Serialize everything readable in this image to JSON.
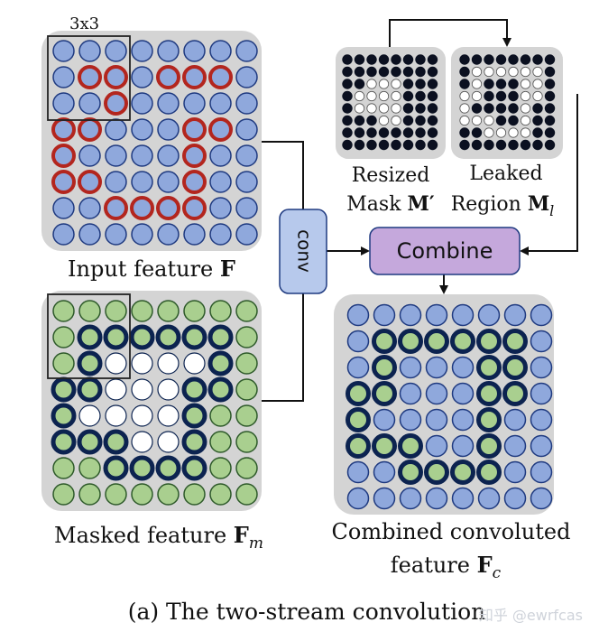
{
  "labels": {
    "kernel": "3x3",
    "input_feature_prefix": "Input feature ",
    "input_feature_sym": "F",
    "masked_feature_prefix": "Masked feature ",
    "masked_feature_sym": "F",
    "masked_feature_sub": "m",
    "resized_line1": "Resized",
    "resized_line2_prefix": "Mask ",
    "resized_sym": "M′",
    "leaked_line1": "Leaked",
    "leaked_line2_prefix": "Region ",
    "leaked_sym": "M",
    "leaked_sub": "l",
    "combined_line1": "Combined convoluted",
    "combined_line2_prefix": "feature ",
    "combined_sym": "F",
    "combined_sub": "c",
    "caption": "(a) The two-stream convolution",
    "watermark": "知乎 @ewrfcas"
  },
  "blocks": {
    "conv": "conv",
    "combine": "Combine"
  },
  "colors": {
    "panel_bg": "#d4d4d4",
    "blue_fill": "#8fa8dc",
    "blue_stroke": "#1f3a80",
    "red_ring": "#b3261e",
    "green_fill": "#a9cf8f",
    "green_stroke": "#2e5a2a",
    "navy_ring": "#0c2350",
    "mask_black": "#0b1020",
    "mask_white": "#ffffff",
    "block_blue": "#b7c9ec",
    "block_purple": "#c5a8dc"
  },
  "grids": {
    "input_feature": [
      "BBBBBBBB",
      "BRRBRRRB",
      "BBRBBBBB",
      "RRBBBRRB",
      "RBBBBRBB",
      "RRBBBRBB",
      "BBRRRRBB",
      "BBBBBBBB"
    ],
    "masked_feature": [
      "GGGGGGGG",
      "GNNNNNNG",
      "GNWWWWNG",
      "NNWWWNNG",
      "NWWWWNGG",
      "NNNWWNGG",
      "GGNNNNGG",
      "GGGGGGGG"
    ],
    "resized_mask": [
      "KKKKKKKK",
      "KKKKKKKK",
      "KKWWWKKK",
      "KWWWWKKK",
      "KWWWWKKK",
      "KKKWWKKK",
      "KKKKKKKK",
      "KKKKKKKK"
    ],
    "leaked_region": [
      "KKKKKKKK",
      "KWWWWWWK",
      "KWKKKWWK",
      "WWKKKWWK",
      "WKKKKWKK",
      "WWWKKWKK",
      "KKWWWWKK",
      "KKKKKKKK"
    ],
    "combined_feature": [
      "BBBBBBBB",
      "BGGGGGGB",
      "BGBBBGGB",
      "GGBBBGGB",
      "GBBBBGBB",
      "GGGBBGBB",
      "BBGGGGBB",
      "BBBBBBBB"
    ]
  }
}
